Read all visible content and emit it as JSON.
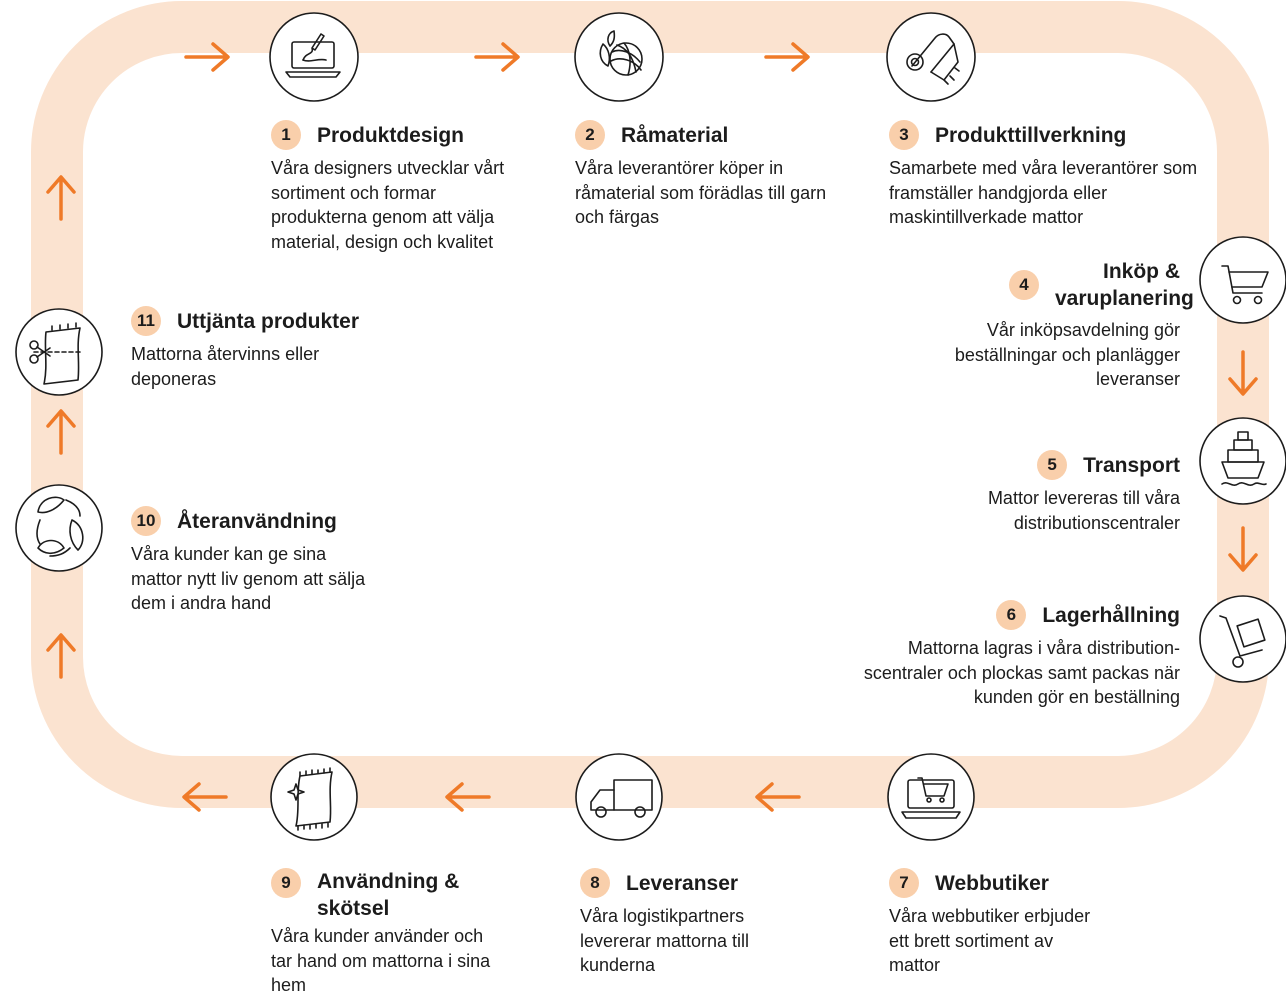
{
  "steps": [
    {
      "num": "1",
      "title": "Produktdesign",
      "desc": "Våra designers utvecklar vårt sortiment och formar produkterna genom att välja material, design och kvalitet",
      "icon": "laptop-design-icon"
    },
    {
      "num": "2",
      "title": "Råmaterial",
      "desc": "Våra leverantörer köper in råmaterial som förädlas till garn och färgas",
      "icon": "yarn-ball-icon"
    },
    {
      "num": "3",
      "title": "Produkttillverkning",
      "desc": "Samarbete med våra leverantörer som framställer handgjorda eller maskintillverkade mattor",
      "icon": "rolled-rug-icon"
    },
    {
      "num": "4",
      "title": "Inköp & varuplanering",
      "desc": "Vår inköpsavdelning gör beställningar och planlägger leveranser",
      "icon": "shopping-cart-icon"
    },
    {
      "num": "5",
      "title": "Transport",
      "desc": "Mattor levereras till våra distributionscentraler",
      "icon": "ship-icon"
    },
    {
      "num": "6",
      "title": "Lagerhållning",
      "desc": "Mattorna lagras i våra distribution-scentraler och plockas samt packas när kunden gör en beställning",
      "icon": "hand-truck-icon"
    },
    {
      "num": "7",
      "title": "Webbutiker",
      "desc": "Våra webbutiker erbjuder ett brett sortiment av mattor",
      "icon": "laptop-cart-icon"
    },
    {
      "num": "8",
      "title": "Leveranser",
      "desc": "Våra logistikpartners levererar mattorna till kunderna",
      "icon": "truck-icon"
    },
    {
      "num": "9",
      "title": "Användning & skötsel",
      "desc": "Våra kunder använder och tar hand om mattorna i sina hem",
      "icon": "clean-rug-icon"
    },
    {
      "num": "10",
      "title": "Återanvändning",
      "desc": "Våra kunder kan ge sina mattor nytt liv genom att sälja dem i andra hand",
      "icon": "recycle-leaves-icon"
    },
    {
      "num": "11",
      "title": "Uttjänta produkter",
      "desc": "Mattorna återvinns eller deponeras",
      "icon": "scissors-rug-icon"
    }
  ],
  "colors": {
    "track": "#fbe3d0",
    "arrow": "#ef7a28",
    "badge": "#f9cfab",
    "stroke": "#1c1c1c"
  }
}
